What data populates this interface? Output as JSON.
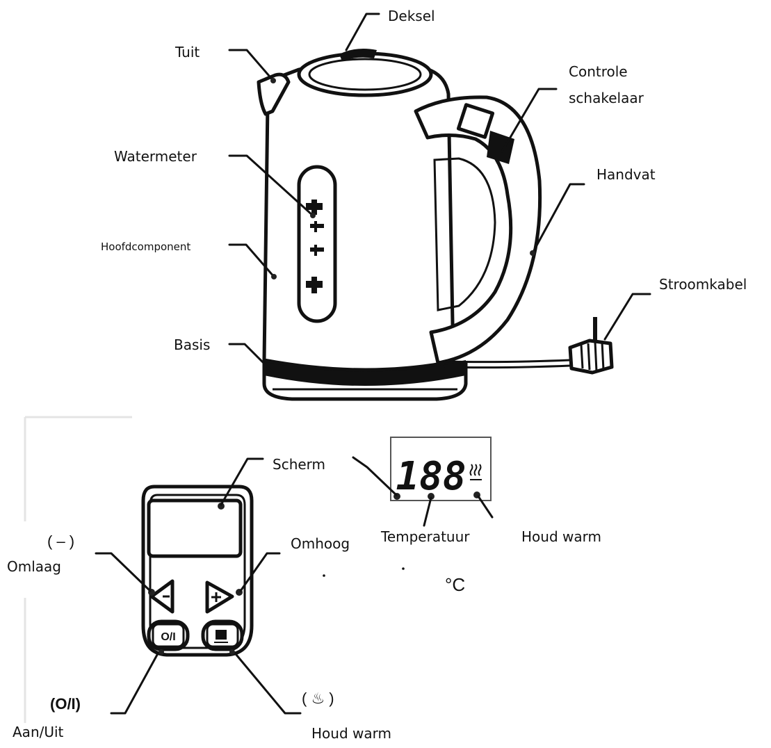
{
  "kettle_labels": {
    "lid": "Deksel",
    "spout": "Tuit",
    "control_switch_line1": "Controle",
    "control_switch_line2": "schakelaar",
    "water_gauge": "Watermeter",
    "handle": "Handvat",
    "main_body": "Hoofdcomponent",
    "power_cord": "Stroomkabel",
    "base": "Basis"
  },
  "panel_labels": {
    "screen": "Scherm",
    "minus_symbol": "( – )",
    "down": "Omlaag",
    "up": "Omhoog",
    "power_symbol": "(O/I)",
    "power": "Aan/Uit",
    "keep_warm_symbol": "( ♨ )",
    "keep_warm": "Houd warm",
    "power_button_text": "O/I"
  },
  "display_labels": {
    "digits": "188",
    "temperature": "Temperatuur",
    "keep_warm": "Houd warm",
    "unit": "°C"
  }
}
